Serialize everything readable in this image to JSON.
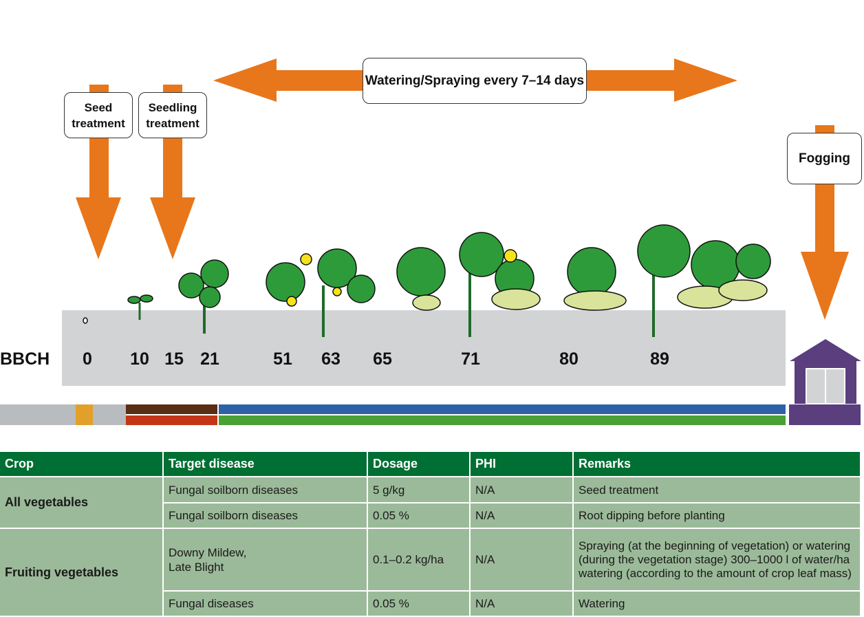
{
  "arrows": {
    "watering_label": "Watering/Spraying every 7–14 days",
    "seed_label": "Seed treatment",
    "seedling_label": "Seedling treatment",
    "fogging_label": "Fogging"
  },
  "scale": {
    "label": "BBCH",
    "stages": [
      "0",
      "10",
      "15",
      "21",
      "51",
      "63",
      "65",
      "71",
      "80",
      "89"
    ]
  },
  "colors": {
    "arrow": "#e8761b",
    "field": "#d2d3d5",
    "house": "#5a3e7d",
    "header": "#006f33",
    "cell": "#9bba99"
  },
  "table": {
    "headers": [
      "Crop",
      "Target disease",
      "Dosage",
      "PHI",
      "Remarks"
    ],
    "groups": [
      {
        "crop": "All vegetables",
        "rows": [
          {
            "disease": "Fungal soilborn diseases",
            "dosage": "5 g/kg",
            "phi": "N/A",
            "remarks": "Seed treatment"
          },
          {
            "disease": "Fungal soilborn diseases",
            "dosage": "0.05 %",
            "phi": "N/A",
            "remarks": "Root dipping before planting"
          }
        ]
      },
      {
        "crop": "Fruiting vegetables",
        "rows": [
          {
            "disease": "Downy Mildew, Late Blight",
            "dosage": "0.1–0.2 kg/ha",
            "phi": "N/A",
            "remarks": "Spraying (at the beginning of vegetation) or watering (during the vegetation stage) 300–1000 l of water/ha watering (according to the amount of crop leaf mass)"
          },
          {
            "disease": "Fungal diseases",
            "dosage": "0.05 %",
            "phi": "N/A",
            "remarks": "Watering"
          }
        ]
      }
    ]
  }
}
